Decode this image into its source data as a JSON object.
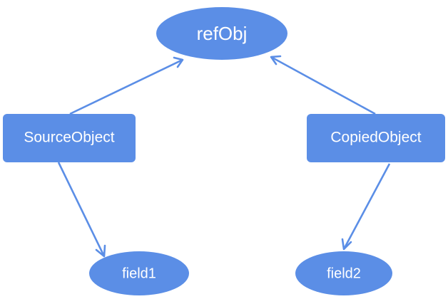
{
  "diagram": {
    "nodes": {
      "refObj": "refObj",
      "sourceObject": "SourceObject",
      "copiedObject": "CopiedObject",
      "field1": "field1",
      "field2": "field2"
    },
    "colors": {
      "node_fill": "#5b8ee6",
      "edge": "#5b8ee6",
      "text": "#ffffff",
      "background": "#ffffff"
    }
  }
}
